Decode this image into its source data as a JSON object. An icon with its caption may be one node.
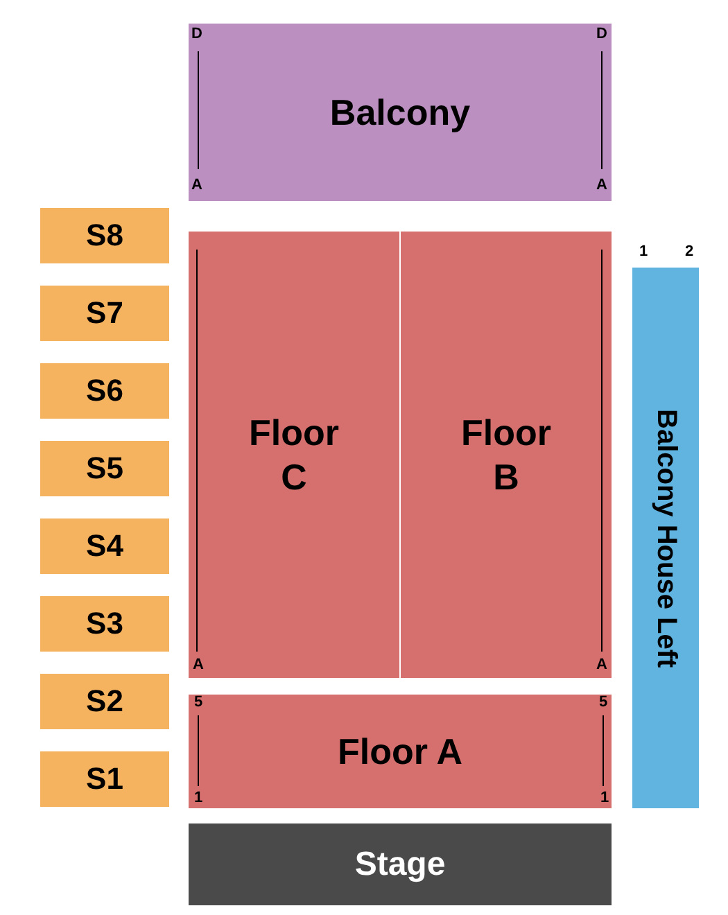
{
  "diagram": {
    "nodes": [
      {
        "text": [
          "Balcony"
        ]
      },
      {
        "text": [
          "S8"
        ]
      },
      {
        "text": [
          "Floor C"
        ]
      },
      {
        "text": [
          "Floor B"
        ]
      },
      {
        "text": [
          "Balcony House Left"
        ]
      },
      {
        "text": [
          "S7"
        ]
      },
      {
        "text": [
          "S6"
        ]
      },
      {
        "text": [
          "S5"
        ]
      },
      {
        "text": [
          "S4"
        ]
      },
      {
        "text": [
          "S3"
        ]
      },
      {
        "text": [
          "S2"
        ]
      },
      {
        "text": [
          "Floor A"
        ]
      },
      {
        "text": [
          "S1"
        ]
      },
      {
        "text": [
          "Stage"
        ]
      }
    ],
    "labels": [
      "D",
      "D",
      "A",
      "A",
      "1",
      "2",
      "A",
      "A",
      "5",
      "5",
      "1",
      "1"
    ]
  }
}
